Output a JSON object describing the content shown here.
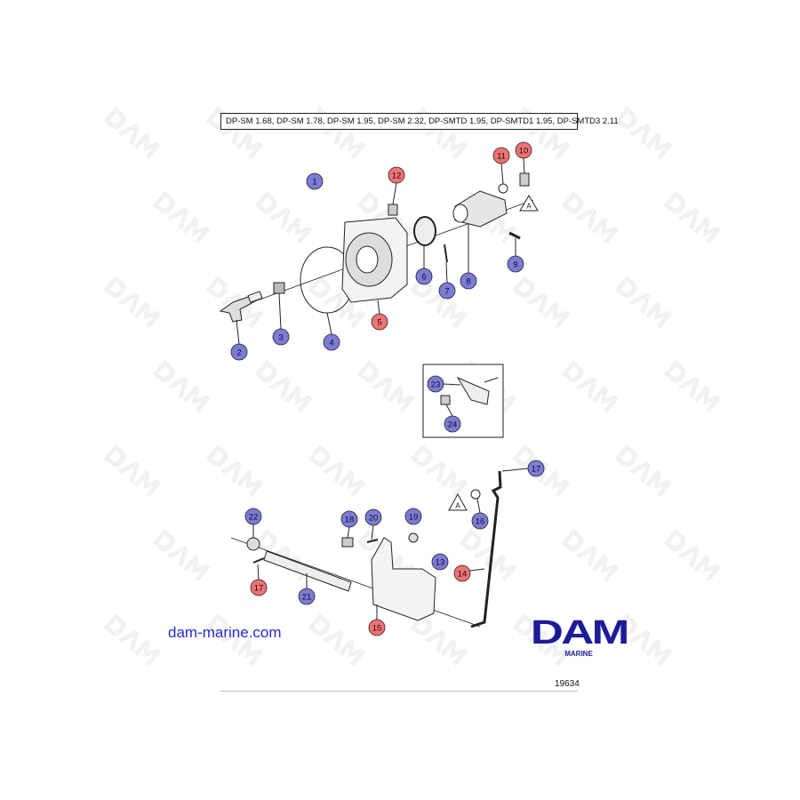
{
  "header": {
    "models": "DP-SM 1.68, DP-SM 1.78, DP-SM 1.95, DP-SM 2.32, DP-SMTD 1.95, DP-SMTD1  1.95, DP-SMTD3  2.11"
  },
  "website": "dam-marine.com",
  "logo": {
    "name": "DAM",
    "sub": "MARINE"
  },
  "figure_number": "19634",
  "watermark": "DAM",
  "colors": {
    "callout_blue": "#7b7bd8",
    "callout_red": "#f27272",
    "logo_blue": "#1c1c9a",
    "link_blue": "#2a2ad0"
  },
  "callouts": [
    {
      "label": "1",
      "color": "blue"
    },
    {
      "label": "12",
      "color": "red"
    },
    {
      "label": "11",
      "color": "red"
    },
    {
      "label": "10",
      "color": "red"
    },
    {
      "label": "9",
      "color": "blue"
    },
    {
      "label": "8",
      "color": "blue"
    },
    {
      "label": "7",
      "color": "blue"
    },
    {
      "label": "6",
      "color": "blue"
    },
    {
      "label": "5",
      "color": "red"
    },
    {
      "label": "4",
      "color": "blue"
    },
    {
      "label": "3",
      "color": "blue"
    },
    {
      "label": "2",
      "color": "blue"
    },
    {
      "label": "23",
      "color": "blue"
    },
    {
      "label": "24",
      "color": "blue"
    },
    {
      "label": "17",
      "color": "blue"
    },
    {
      "label": "16",
      "color": "blue"
    },
    {
      "label": "22",
      "color": "blue"
    },
    {
      "label": "18",
      "color": "blue"
    },
    {
      "label": "20",
      "color": "blue"
    },
    {
      "label": "19",
      "color": "blue"
    },
    {
      "label": "13",
      "color": "blue"
    },
    {
      "label": "14",
      "color": "red"
    },
    {
      "label": "17",
      "color": "red"
    },
    {
      "label": "21",
      "color": "blue"
    },
    {
      "label": "15",
      "color": "red"
    }
  ],
  "reference_markers": [
    "A",
    "A"
  ]
}
